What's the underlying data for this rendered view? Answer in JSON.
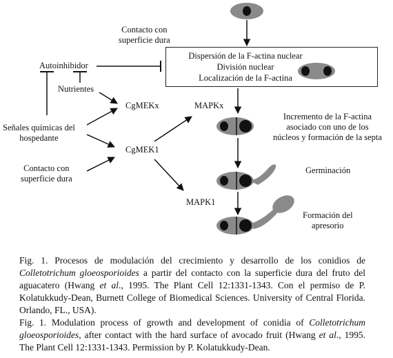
{
  "nodes": {
    "contact_top": [
      "Contacto con",
      "superficie dura"
    ],
    "autoinhibitor": "Autoinhibidor",
    "nutrients": "Nutrientes",
    "host_signals": [
      "Señales químicas del",
      "hospedante"
    ],
    "contact_bottom": [
      "Contacto con",
      "superficie dura"
    ],
    "cgmekx": "CgMEKx",
    "cgmek1": "CgMEK1",
    "mapkx": "MAPKx",
    "mapk1": "MAPK1"
  },
  "box_lines": [
    "Dispersión de la F-actina nuclear",
    "División nuclear",
    "Localización de la F-actina"
  ],
  "stages": {
    "actin_increase": [
      "Incremento de la F-actina",
      "asociado con uno de los",
      "núcleos y formación de la septa"
    ],
    "germination": "Germinación",
    "appressorium": [
      "Formación del",
      "apresorio"
    ]
  },
  "caption": {
    "es_pre": "Fig. 1. Procesos de modulación del crecimiento y desarrollo de los conidios de ",
    "es_species": "Colletotrichum gloeosporioides",
    "es_mid": " a partir del contacto con la superficie dura del fruto del aguacatero (Hwang ",
    "es_etal": "et al",
    "es_post": "., 1995. The Plant Cell 12:1331-1343. Con el permiso de P. Kolatukkudy-Dean, Burnett College of Biomedical Sciences. University of Central Florida. Orlando, FL., USA).",
    "en_pre": "Fig. 1. Modulation process of growth and development of conidia of ",
    "en_species": "Colletotrichum gloeosporioides",
    "en_mid": ", after contact with the hard surface of avocado fruit (Hwang ",
    "en_etal": "et al",
    "en_post": "., 1995. The Plant Cell 12:1331-1343. Permission by P. Kolatukkudy-Dean."
  }
}
